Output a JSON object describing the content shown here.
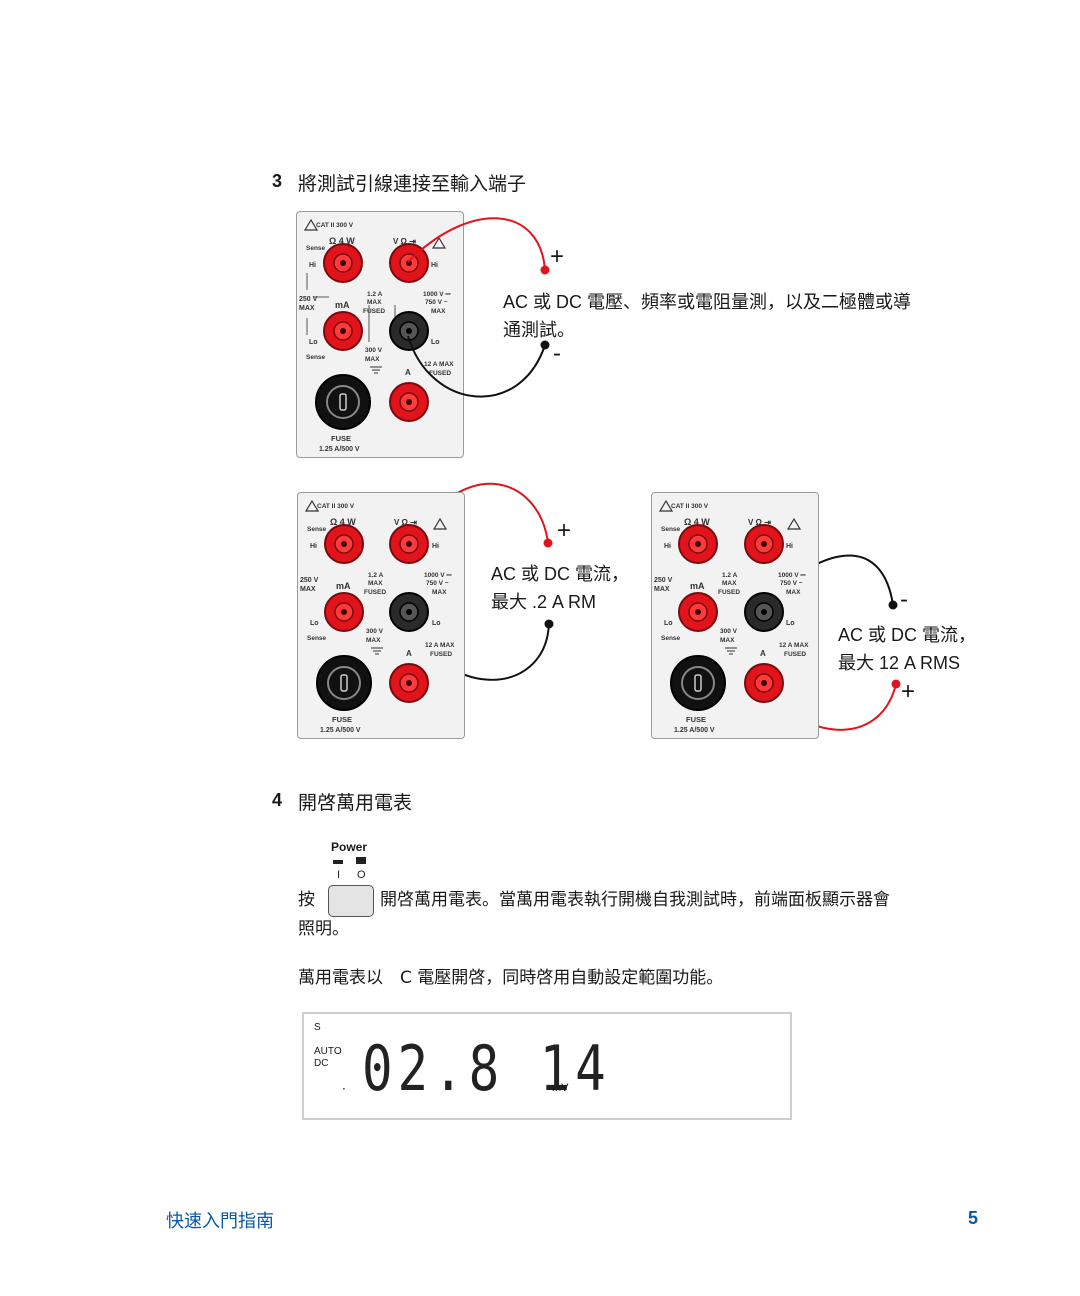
{
  "step3": {
    "number": "3",
    "title": "將測試引線連接至輸入端子"
  },
  "panel_labels": {
    "cat": "CAT II  300 V",
    "sense": "Sense",
    "ohm4w": "Ω 4 W",
    "vohm": "V Ω ⇥",
    "hi": "Hi",
    "lo": "Lo",
    "v250": "250 V",
    "max": "MAX",
    "ma": "mA",
    "a12": "1.2 A",
    "fused": "FUSED",
    "v1000": "1000 V ⎓",
    "v750": "750 V ~",
    "v300": "300 V",
    "a12max": "12 A MAX",
    "a": "A",
    "fuse": "FUSE",
    "fuse_rating": "1.25 A/500 V"
  },
  "diagram1": {
    "caption_line1": "AC 或 DC 電壓、頻率或電阻量測，以及二極體或導",
    "caption_line2": "通測試。",
    "plus": "+",
    "minus": "-"
  },
  "diagram2": {
    "caption_line1": "AC 或 DC 電流，",
    "caption_line2": "最大 .2 A RM",
    "plus": "+"
  },
  "diagram3": {
    "caption_line1": "AC 或 DC 電流，",
    "caption_line2": "最大 12 A RMS",
    "plus": "+",
    "minus": "-"
  },
  "step4": {
    "number": "4",
    "title": "開啓萬用電表",
    "power_label": "Power",
    "power_on": "I",
    "power_off": "O",
    "press": "按",
    "desc_line1": "開啓萬用電表。當萬用電表執行開機自我測試時，前端面板顯示器會",
    "desc_line2": "照明。",
    "desc2": "萬用電表以　C 電壓開啓，同時啓用自動設定範圍功能。"
  },
  "display": {
    "s": "S",
    "auto": "AUTO",
    "dc": "DC",
    "dot": "·",
    "reading": "02.8 14",
    "unit": "mV"
  },
  "footer": {
    "title": "快速入門指南",
    "page": "5"
  },
  "colors": {
    "red_lead": "#e1141c",
    "black_lead": "#111111",
    "accent": "#0b57a8"
  }
}
